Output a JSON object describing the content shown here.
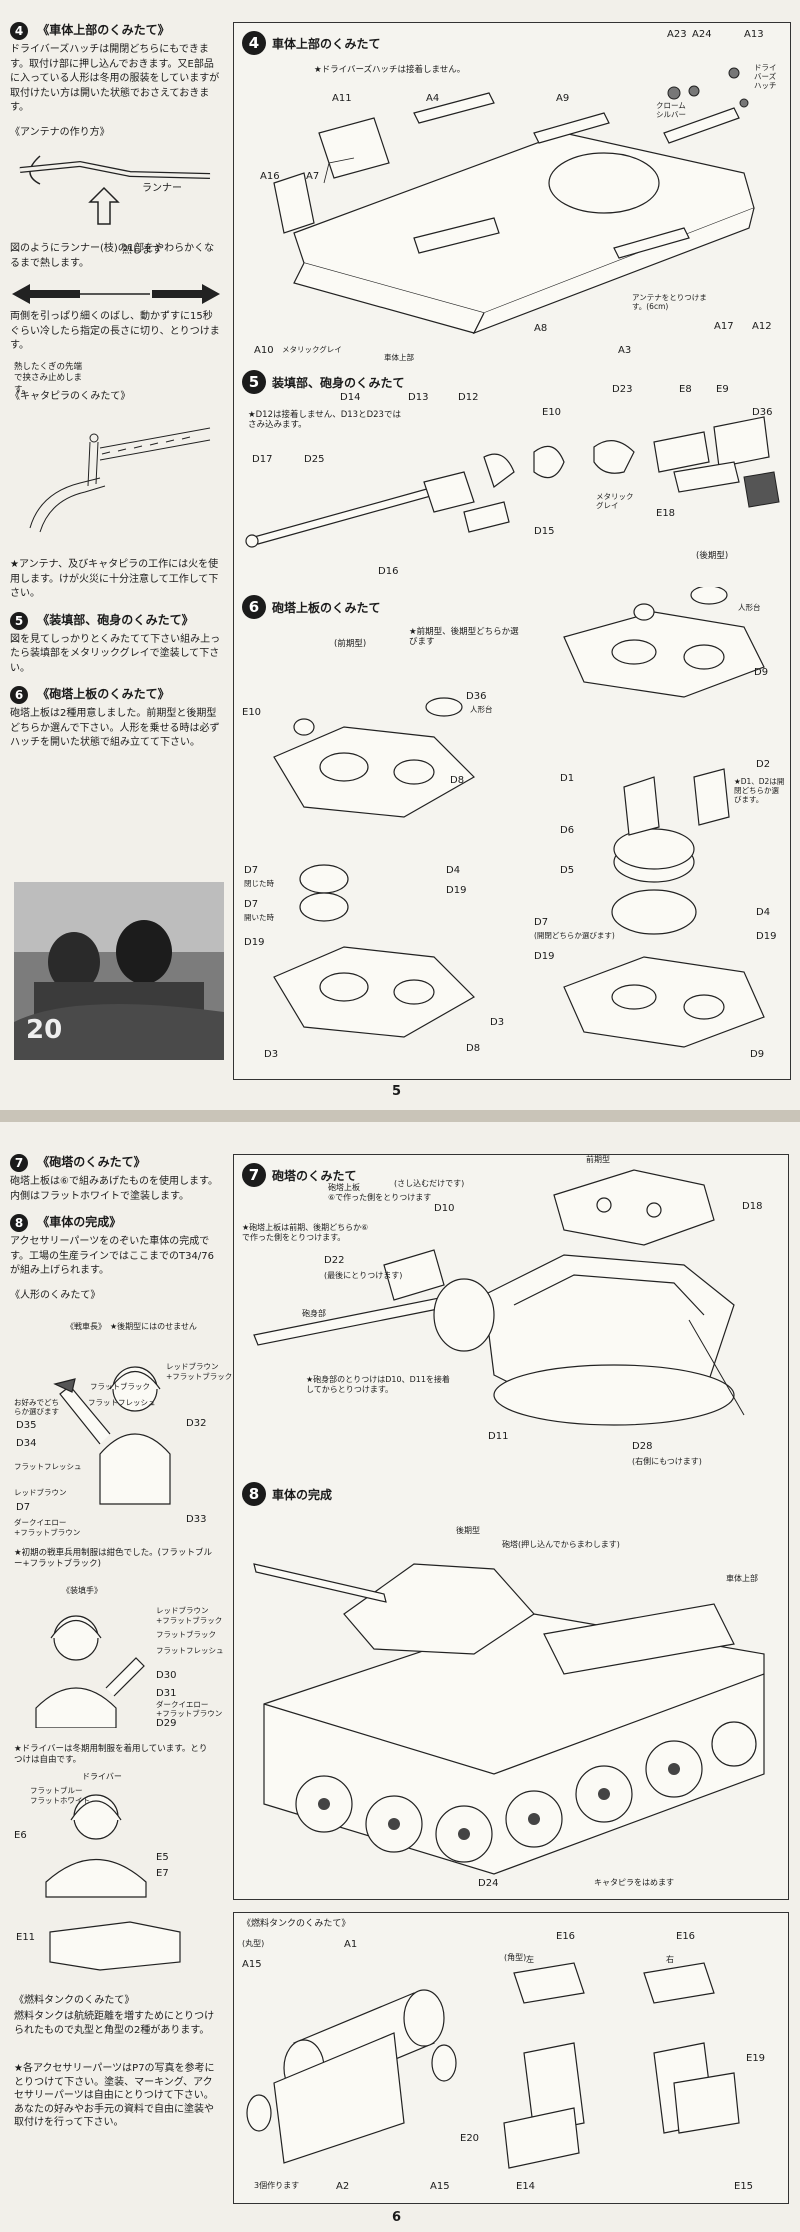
{
  "p5": {
    "left": {
      "s4_title": "《車体上部のくみたて》",
      "s4_text": "ドライバーズハッチは開閉どちらにもできます。取付け部に押し込んでおきます。又E部品に入っている人形は冬用の服装をしていますが取付けたい方は開いた状態でおさえておきます。",
      "antenna_title": "《アンテナの作り方》",
      "runner_label": "ランナー",
      "heat_label": "熱します",
      "antenna_text1": "図のようにランナー(枝)の1部をやわらかくなるまで熱します。",
      "antenna_text2": "両側を引っぱり細くのばし、動かずすに15秒ぐらい冷したら指定の長さに切り、とりつけます。",
      "track_title": "《キャタピラのくみたて》",
      "track_note": "熱したくぎの先端で挟さみ止めします。",
      "warn": "★アンテナ、及びキャタピラの工作には火を使用します。けが火災に十分注意して工作して下さい。",
      "s5_title": "《装填部、砲身のくみたて》",
      "s5_text": "図を見てしっかりとくみたてて下さい組み上ったら装填部をメタリックグレイで塗装して下さい。",
      "s6_title": "《砲塔上板のくみたて》",
      "s6_text": "砲塔上板は2種用意しました。前期型と後期型どちらか選んで下さい。人形を乗せる時は必ずハッチを開いた状態で組み立てて下さい。",
      "photo_number": "20"
    },
    "step4": {
      "num": "4",
      "title": "車体上部のくみたて",
      "note": "★ドライバーズハッチは接着しません。",
      "parts": [
        "A23",
        "A24",
        "A13",
        "A11",
        "A4",
        "A9",
        "A16",
        "A7",
        "A10",
        "A3",
        "A8",
        "A17",
        "A12"
      ],
      "chrome": "クローム\nシルバー",
      "driver_hatch": "ドライ\nバーズ\nハッチ",
      "metal_grey": "メタリックグレイ",
      "body_top": "車体上部",
      "antenna_note": "アンテナをとりつけます。(6cm)"
    },
    "step5": {
      "num": "5",
      "title": "装填部、砲身のくみたて",
      "note": "★D12は接着しません、D13とD23ではさみ込みます。",
      "parts": [
        "D14",
        "D13",
        "D12",
        "D23",
        "E8",
        "E9",
        "D17",
        "D25",
        "D15",
        "D16",
        "E18"
      ],
      "metal_grey": "メタリック\nグレイ"
    },
    "step6": {
      "num": "6",
      "title": "砲塔上板のくみたて",
      "note": "★前期型、後期型どちらか選びます",
      "early": "(前期型)",
      "late": "(後期型)",
      "figure_seat": "人形台",
      "d1d2_note": "★D1、D2は開閉どちらか選びます。",
      "closed": "閉じた時",
      "opened": "開いた時",
      "either": "(開閉どちらか選びます)",
      "parts": [
        "E10",
        "D36",
        "D9",
        "D36",
        "E10",
        "D1",
        "D2",
        "D8",
        "D6",
        "D5",
        "D7",
        "D7",
        "D4",
        "D19",
        "D19",
        "D7",
        "D4",
        "D19",
        "D19",
        "D3",
        "D8",
        "D3",
        "D9"
      ]
    },
    "page_number": "5"
  },
  "p6": {
    "left": {
      "s7_title": "《砲塔のくみたて》",
      "s7_text": "砲塔上板は⑥で組みあげたものを使用します。内側はフラットホワイトで塗装します。",
      "s8_title": "《車体の完成》",
      "s8_text": "アクセサリーパーツをのぞいた車体の完成です。工場の生産ラインではここまでのT34/76が組み上げられます。",
      "fig_title": "《人形のくみたて》",
      "commander": "《戦車長》",
      "commander_note": "★後期型にはのせません",
      "fig_parts": [
        "D35",
        "D34",
        "D7",
        "D32",
        "D33",
        "D30",
        "D31",
        "D29",
        "E6",
        "E5",
        "E7",
        "E11"
      ],
      "paint_labels": [
        "レッドブラウン",
        "+フラットブラック",
        "フラットブラック",
        "フラットフレッシュ",
        "フラットフレッシュ",
        "レッドブラウン",
        "ダークイエロー",
        "+フラットブラウン",
        "お好みでどちらか選びます",
        "フラットブルー",
        "フラットホワイト"
      ],
      "early_note": "★初期の戦車兵用制服は紺色でした。(フラットブルー+フラットブラック)",
      "loader": "《装填手》",
      "driver_note": "★ドライバーは冬期用制服を着用しています。とりつけは自由です。",
      "driver": "ドライバー",
      "fuel_title": "《燃料タンクのくみたて》",
      "fuel_text": "燃料タンクは航続距離を増すためにとりつけられたもので丸型と角型の2種があります。",
      "acc_text": "★各アクセサリーパーツはP7の写真を参考にとりつけて下さい。塗装、マーキング、アクセサリーパーツは自由にとりつけて下さい。あなたの好みやお手元の資料で自由に塗装や取付けを行って下さい。"
    },
    "step7": {
      "num": "7",
      "title": "砲塔のくみたて",
      "early": "前期型",
      "top_plate_note": "砲塔上板\n⑥で作った側をとりつけます",
      "overlap": "(さし込むだけです)",
      "turret_note": "★砲塔上板は前期、後期どちらか⑥で作った側をとりつけます。",
      "gun_barrel": "砲身部",
      "gun_note": "★砲身部のとりつけはD10、D11を接着してからとりつけます。",
      "last_attach": "(最後にとりつけます)",
      "both_sides": "(右側にもつけます)",
      "parts": [
        "D10",
        "D18",
        "D22",
        "D11",
        "D28"
      ]
    },
    "step8": {
      "num": "8",
      "title": "車体の完成",
      "late": "後期型",
      "turret_note": "砲塔(押し込んでからまわします)",
      "body_top": "車体上部",
      "track_note": "キャタピラをはめます",
      "part": "D24"
    },
    "fuel": {
      "title": "《燃料タンクのくみたて》",
      "round": "(丸型)",
      "square": "(角型)",
      "left": "左",
      "right": "右",
      "qty": "3個作ります",
      "parts": [
        "A1",
        "A15",
        "A2",
        "A15",
        "E16",
        "E16",
        "E19",
        "E20",
        "E14",
        "E15"
      ]
    },
    "page_number": "6"
  }
}
